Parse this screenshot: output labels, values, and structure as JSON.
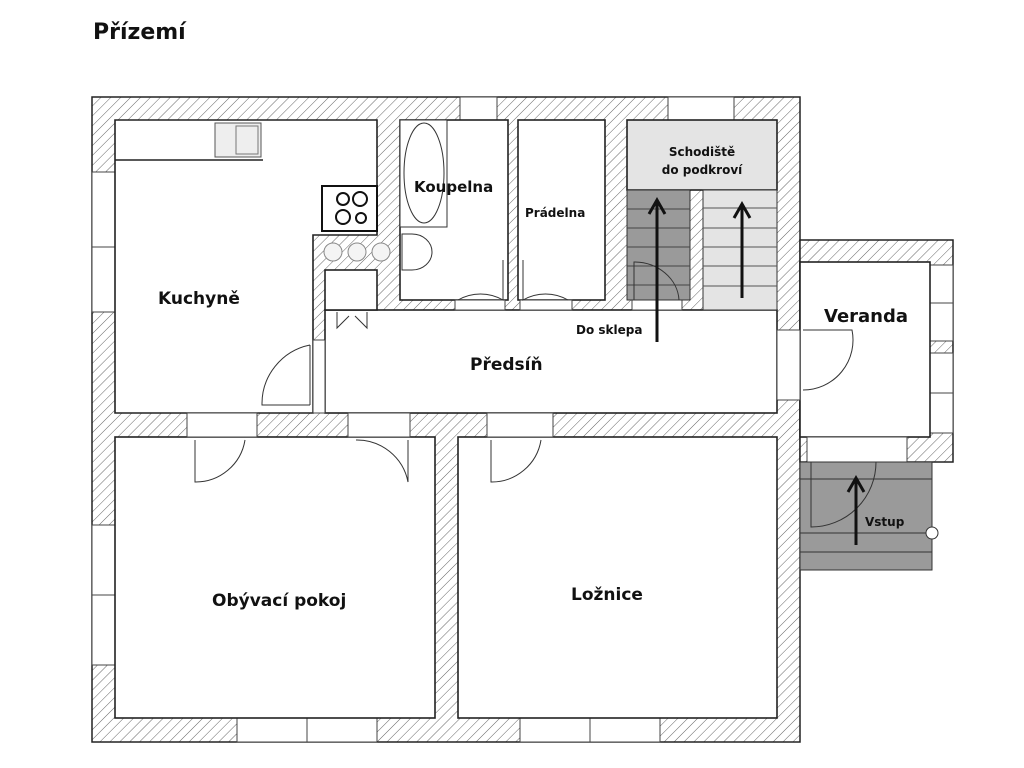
{
  "title": "Přízemí",
  "rooms": {
    "kitchen": "Kuchyně",
    "bathroom": "Koupelna",
    "laundry": "Prádelna",
    "stairs_line1": "Schodiště",
    "stairs_line2": "do podkroví",
    "cellar": "Do sklepa",
    "hall": "Předsíň",
    "veranda": "Veranda",
    "living_room": "Obývací pokoj",
    "bedroom": "Ložnice",
    "entrance": "Vstup"
  },
  "colors": {
    "wall_hatch": "#555555",
    "stairs_light": "#e4e4e4",
    "stairs_dark": "#9a9a9a"
  }
}
